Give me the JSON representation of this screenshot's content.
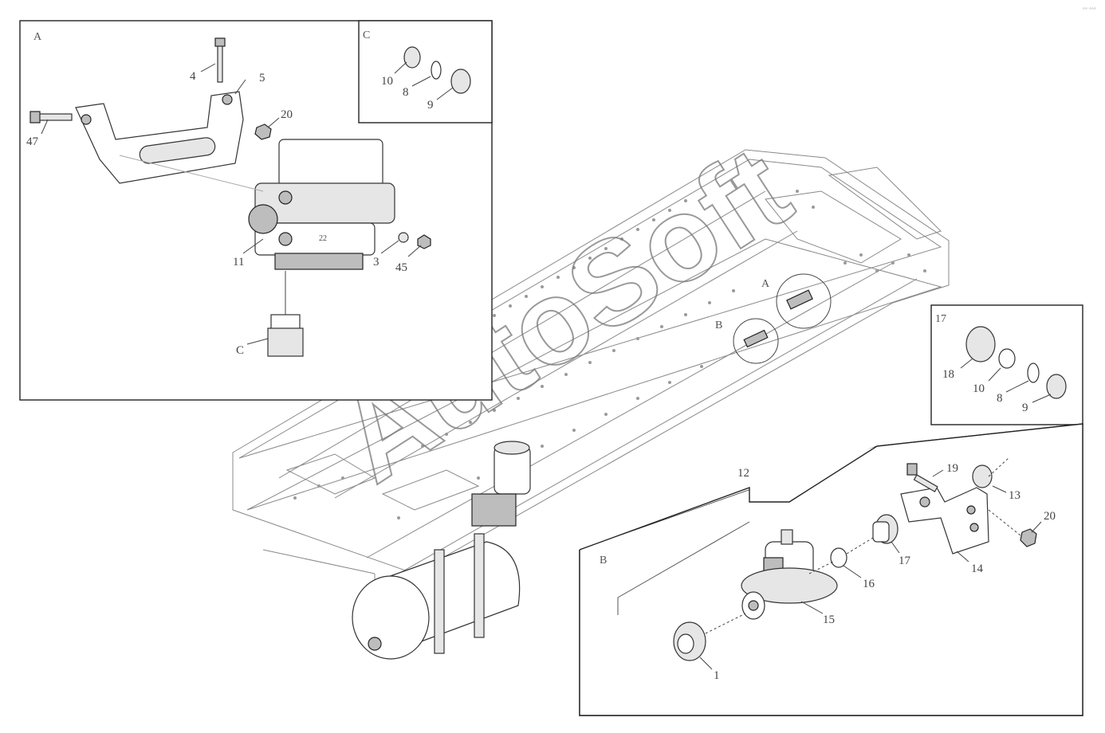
{
  "watermark": "AutoSoft",
  "corner_mark": "°° °°°",
  "panels": {
    "A": "A",
    "B": "B",
    "C": "C",
    "callout_17": "17"
  },
  "frame_labels": {
    "A": "A",
    "B": "B"
  },
  "parts": {
    "p4": "4",
    "p5": "5",
    "p20a": "20",
    "p47": "47",
    "p11": "11",
    "p3": "3",
    "p45": "45",
    "pC": "C",
    "p10a": "10",
    "p8a": "8",
    "p9a": "9",
    "p18": "18",
    "p10b": "10",
    "p8b": "8",
    "p9b": "9",
    "p12": "12",
    "p19": "19",
    "p13": "13",
    "p20b": "20",
    "p17": "17",
    "p14": "14",
    "p16": "16",
    "p15": "15",
    "p1": "1"
  }
}
